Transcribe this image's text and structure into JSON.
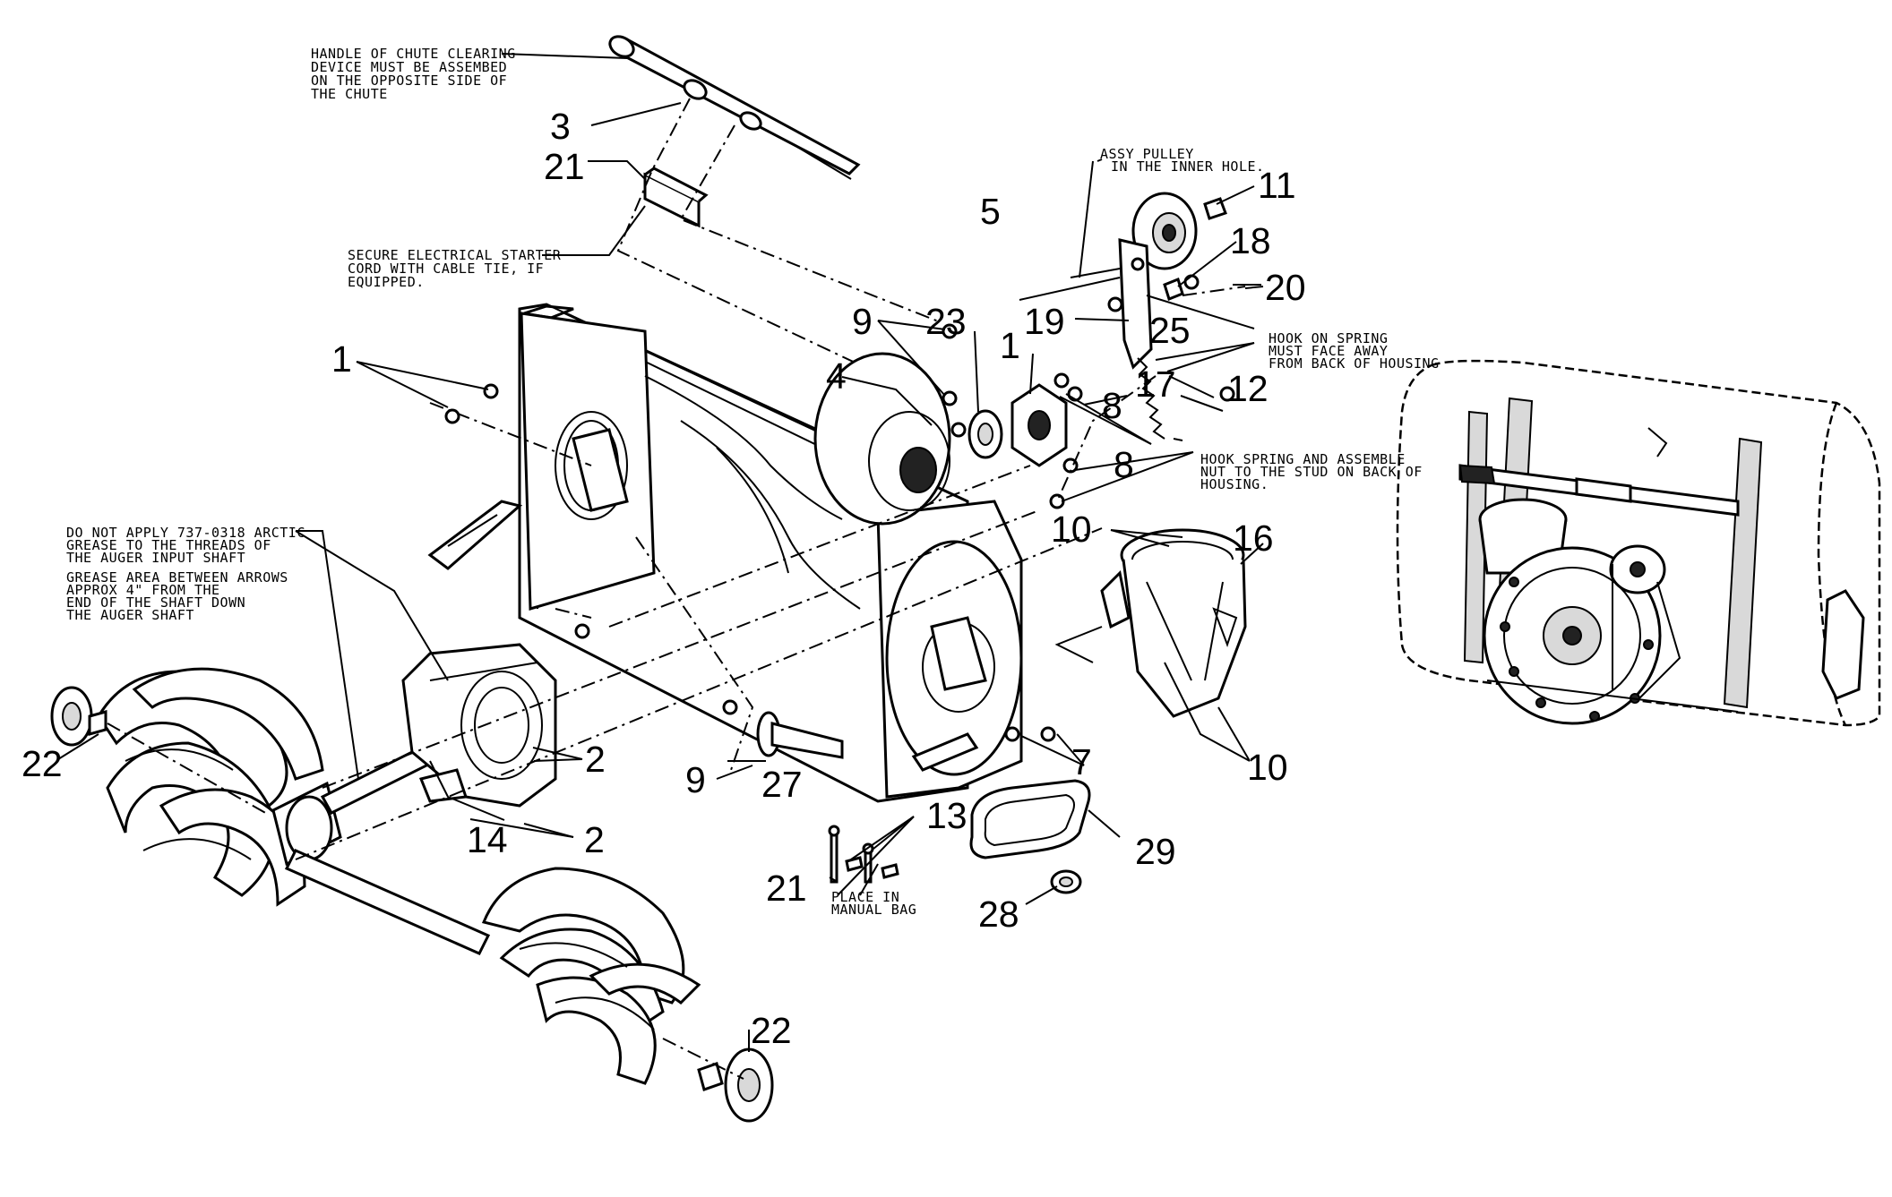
{
  "callouts": {
    "c1a": "1",
    "c1b": "1",
    "c2a": "2",
    "c2b": "2",
    "c3": "3",
    "c4": "4",
    "c5": "5",
    "c7": "7",
    "c8a": "8",
    "c8b": "8",
    "c9a": "9",
    "c9b": "9",
    "c10a": "10",
    "c10b": "10",
    "c11": "11",
    "c12": "12",
    "c13": "13",
    "c14": "14",
    "c16": "16",
    "c17": "17",
    "c18": "18",
    "c19": "19",
    "c20": "20",
    "c21a": "21",
    "c21b": "21",
    "c22a": "22",
    "c22b": "22",
    "c23": "23",
    "c25": "25",
    "c27": "27",
    "c28": "28",
    "c29": "29"
  },
  "notes": {
    "handle": [
      "HANDLE OF CHUTE CLEARING",
      "DEVICE MUST BE ASSEMBED",
      "ON THE OPPOSITE SIDE OF",
      "THE CHUTE"
    ],
    "cord": [
      "SECURE ELECTRICAL STARTER",
      "CORD WITH CABLE TIE, IF",
      "EQUIPPED."
    ],
    "pulley": [
      "ASSY PULLEY",
      "IN THE INNER HOLE."
    ],
    "hook": [
      "HOOK ON SPRING",
      "MUST FACE AWAY",
      "FROM BACK OF HOUSING"
    ],
    "spring": [
      "HOOK SPRING AND ASSEMBLE",
      "NUT TO THE STUD ON BACK OF",
      "HOUSING."
    ],
    "grease1": [
      "DO NOT APPLY 737-0318 ARCTIC",
      "GREASE TO THE THREADS OF",
      "THE AUGER INPUT SHAFT"
    ],
    "grease2": [
      "GREASE AREA BETWEEN ARROWS",
      "APPROX 4\" FROM THE",
      "END OF THE SHAFT DOWN",
      "THE AUGER SHAFT"
    ],
    "bag": [
      "PLACE IN",
      "MANUAL BAG"
    ]
  }
}
